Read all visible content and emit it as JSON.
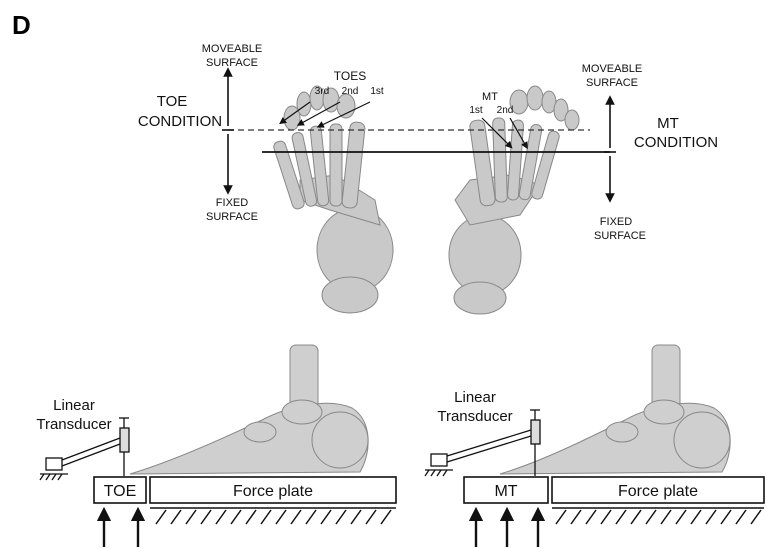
{
  "panel_label": "D",
  "top": {
    "toe_condition": [
      "TOE",
      "CONDITION"
    ],
    "moveable_surface_left": [
      "MOVEABLE",
      "SURFACE"
    ],
    "fixed_surface_left": [
      "FIXED",
      "SURFACE"
    ],
    "toes_title": "TOES",
    "toes_order": [
      "3rd",
      "2nd",
      "1st"
    ],
    "mt_title": "MT",
    "mt_order": [
      "1st",
      "2nd"
    ],
    "moveable_surface_right": [
      "MOVEABLE",
      "SURFACE"
    ],
    "fixed_surface_right": [
      "FIXED",
      "SURFACE"
    ],
    "mt_condition": [
      "MT",
      "CONDITION"
    ]
  },
  "bottom_left": {
    "transducer": [
      "Linear",
      "Transducer"
    ],
    "small_plate": "TOE",
    "force_plate": "Force plate"
  },
  "bottom_right": {
    "transducer": [
      "Linear",
      "Transducer"
    ],
    "small_plate": "MT",
    "force_plate": "Force plate"
  }
}
